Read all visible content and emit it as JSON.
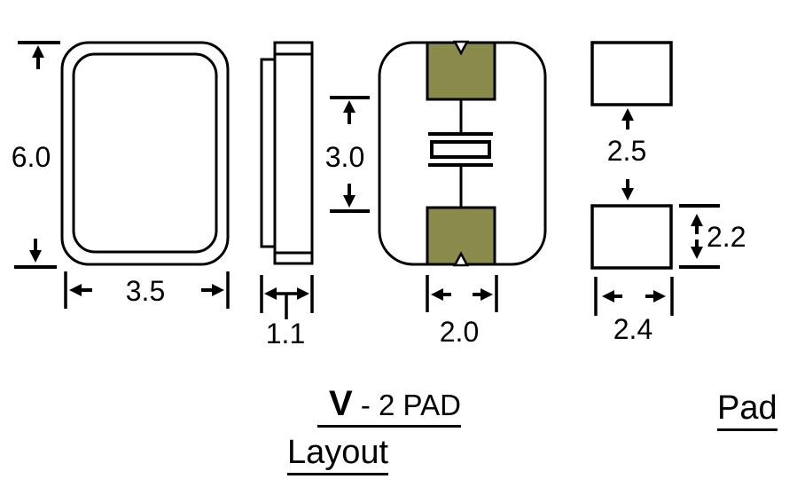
{
  "drawing": {
    "top_view": {
      "height_label": "6.0",
      "width_label": "3.5"
    },
    "side_view": {
      "thickness_label": "1.1"
    },
    "land_pattern_view": {
      "pad_separation_label": "3.0",
      "pad_width_label": "2.0"
    },
    "pad_detail_view": {
      "pad_pitch_label": "2.5",
      "pad_height_label": "2.2",
      "pad_width_label": "2.4"
    }
  },
  "caption": {
    "series_letter": "V",
    "series_suffix": " - 2 PAD",
    "pad_word": "Pad",
    "layout_word": "Layout"
  },
  "colors": {
    "pad_fill": "#8a8a4a",
    "line": "#000000",
    "background": "#ffffff"
  }
}
